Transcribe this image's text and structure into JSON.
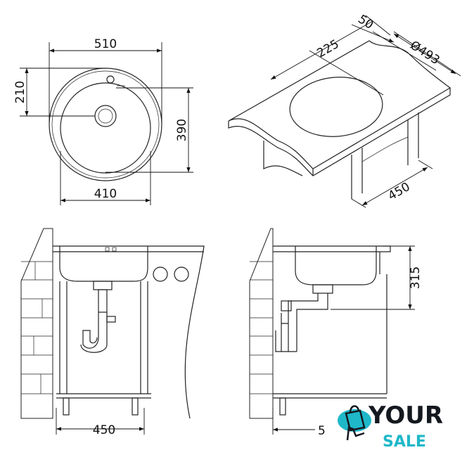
{
  "top_view": {
    "dim_width": "510",
    "dim_offset": "210",
    "dim_height": "390",
    "dim_inner": "410"
  },
  "iso_view": {
    "dim_depth": "50",
    "dim_offset": "225",
    "dim_diameter": "Ø493",
    "dim_cabinet": "450"
  },
  "front_view": {
    "dim_cabinet": "450"
  },
  "side_view": {
    "dim_height": "315",
    "dim_offset": "5"
  },
  "logo": {
    "line1": "YOUR",
    "line2": "SALE",
    "accent": "#1fb8c9"
  }
}
